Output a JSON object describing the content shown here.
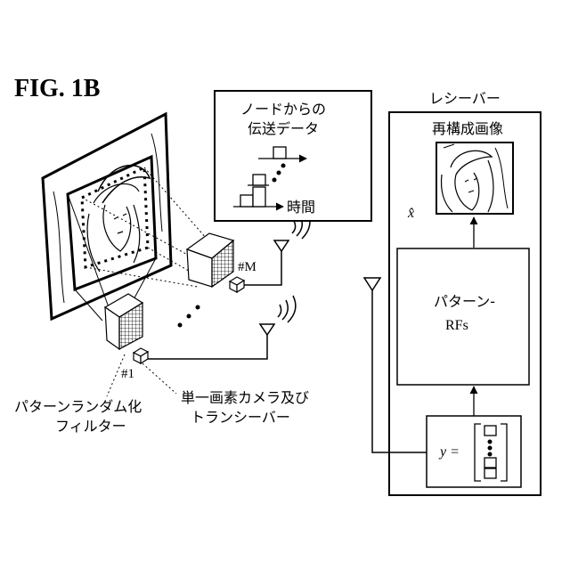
{
  "figure": {
    "title": "FIG. 1B"
  },
  "legend_box": {
    "title_line1": "ノードからの",
    "title_line2": "伝送データ",
    "time_label": "時間"
  },
  "scene": {
    "camera_m_label": "#M",
    "camera_1_label": "#1",
    "filter_label_line1": "パターンランダム化",
    "filter_label_line2": "フィルター",
    "camera_label_line1": "単一画素カメラ及び",
    "camera_label_line2": "トランシーバー"
  },
  "receiver": {
    "label": "レシーバー",
    "image_title": "再構成画像",
    "x_hat_label": "x̂",
    "rf_label_line1": "パターン-",
    "rf_label_line2": "RFs",
    "y_label": "y ="
  }
}
